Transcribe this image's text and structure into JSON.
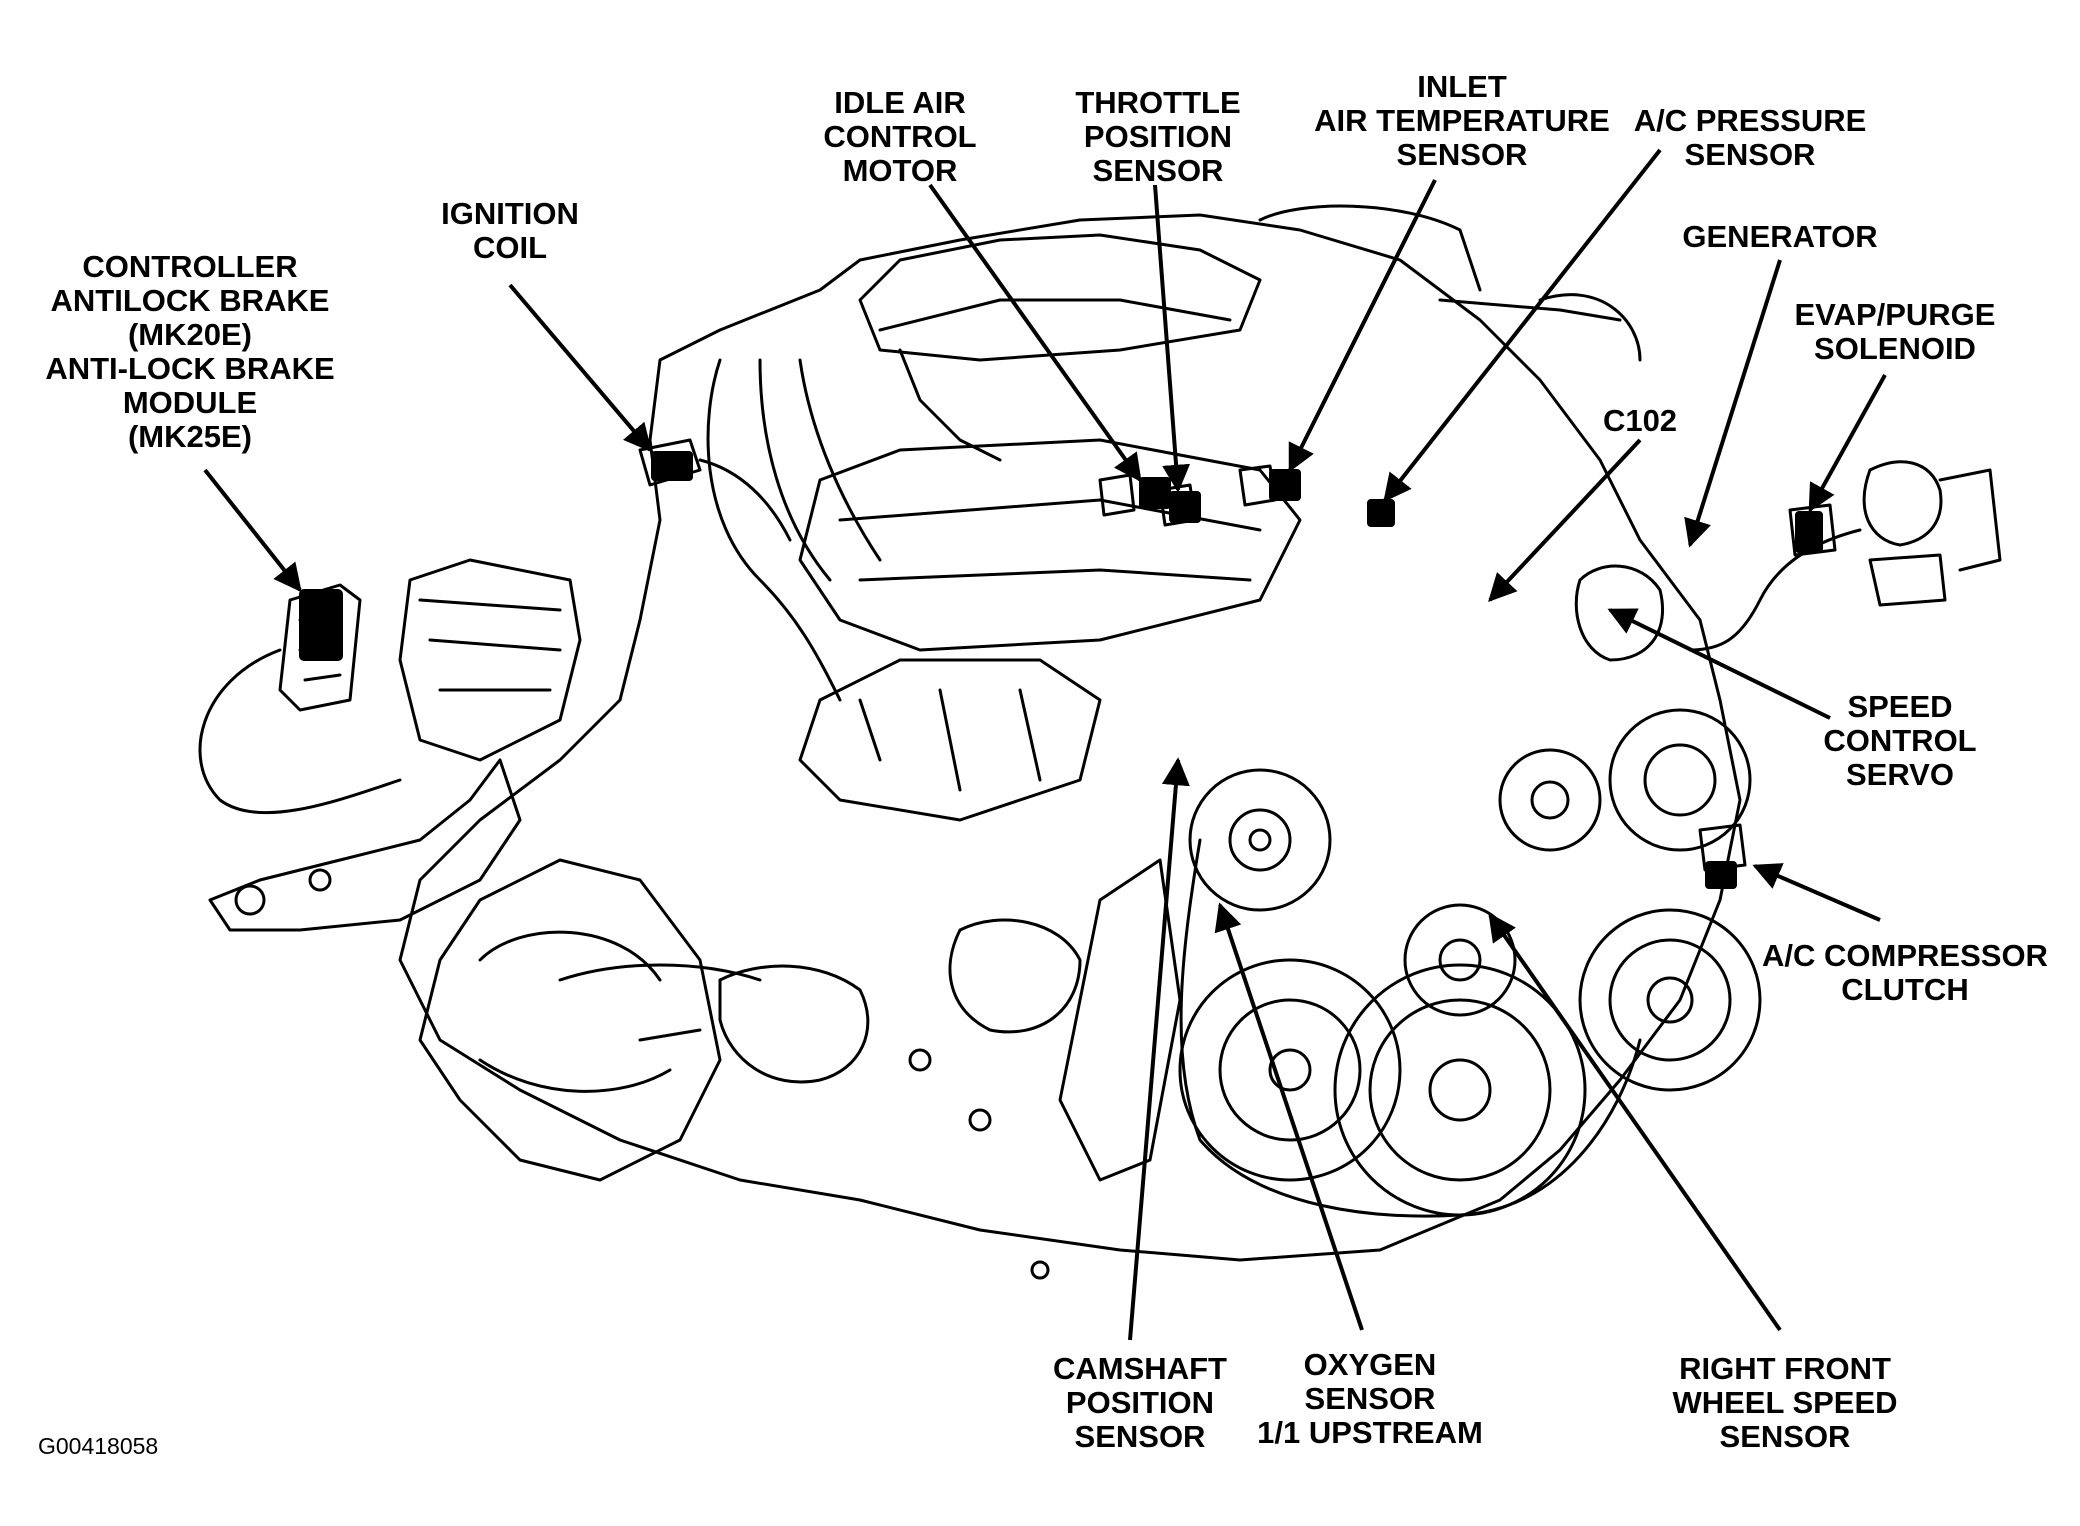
{
  "diagram": {
    "labels": {
      "controller": [
        "CONTROLLER",
        "ANTILOCK BRAKE",
        "(MK20E)",
        "ANTI-LOCK BRAKE",
        "MODULE",
        "(MK25E)"
      ],
      "ignition_coil": [
        "IGNITION",
        "COIL"
      ],
      "idle_air": [
        "IDLE AIR",
        "CONTROL",
        "MOTOR"
      ],
      "throttle": [
        "THROTTLE",
        "POSITION",
        "SENSOR"
      ],
      "inlet_air": [
        "INLET",
        "AIR TEMPERATURE",
        "SENSOR"
      ],
      "ac_pressure": [
        "A/C PRESSURE",
        "SENSOR"
      ],
      "generator": [
        "GENERATOR"
      ],
      "evap": [
        "EVAP/PURGE",
        "SOLENOID"
      ],
      "c102": [
        "C102"
      ],
      "speed_control": [
        "SPEED",
        "CONTROL",
        "SERVO"
      ],
      "ac_compressor": [
        "A/C COMPRESSOR",
        "CLUTCH"
      ],
      "camshaft": [
        "CAMSHAFT",
        "POSITION",
        "SENSOR"
      ],
      "oxygen": [
        "OXYGEN",
        "SENSOR",
        "1/1 UPSTREAM"
      ],
      "wheel_speed": [
        "RIGHT FRONT",
        "WHEEL SPEED",
        "SENSOR"
      ]
    },
    "figure_id": "G00418058"
  }
}
